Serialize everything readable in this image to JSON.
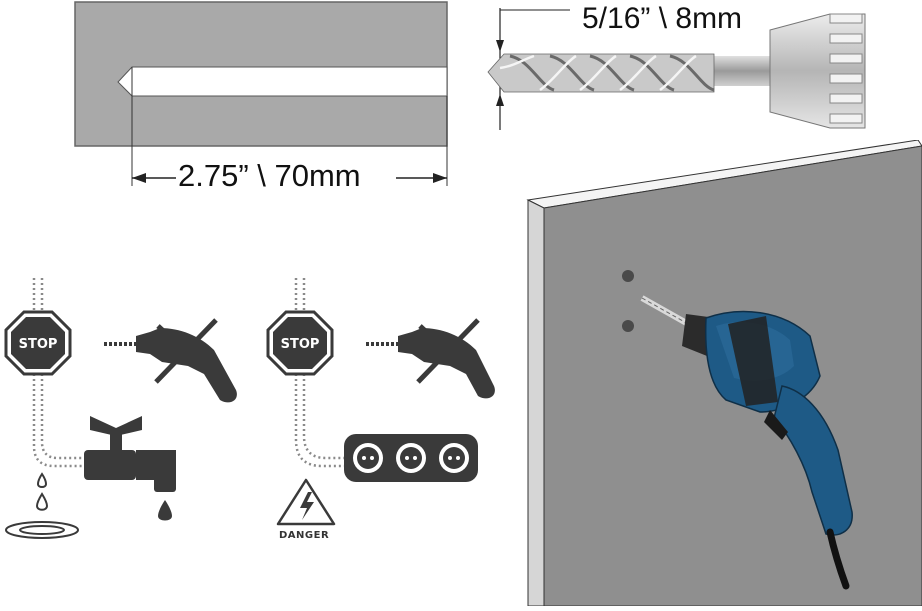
{
  "hole_depth": {
    "label": "2.75” \\ 70mm"
  },
  "bit_diameter": {
    "label": "5/16” \\ 8mm"
  },
  "warnings": {
    "water": {
      "stop_label": "STOP"
    },
    "electric": {
      "stop_label": "STOP",
      "danger_label": "DANGER"
    }
  },
  "colors": {
    "drill_body": "#1e5a86",
    "panel": "#a9a9a9",
    "wall": "#8f8f8f",
    "icon": "#3a3a3a"
  },
  "icons": [
    "water-tap-icon",
    "wall-socket-icon",
    "no-drill-icon",
    "stop-sign-icon",
    "high-voltage-icon"
  ]
}
